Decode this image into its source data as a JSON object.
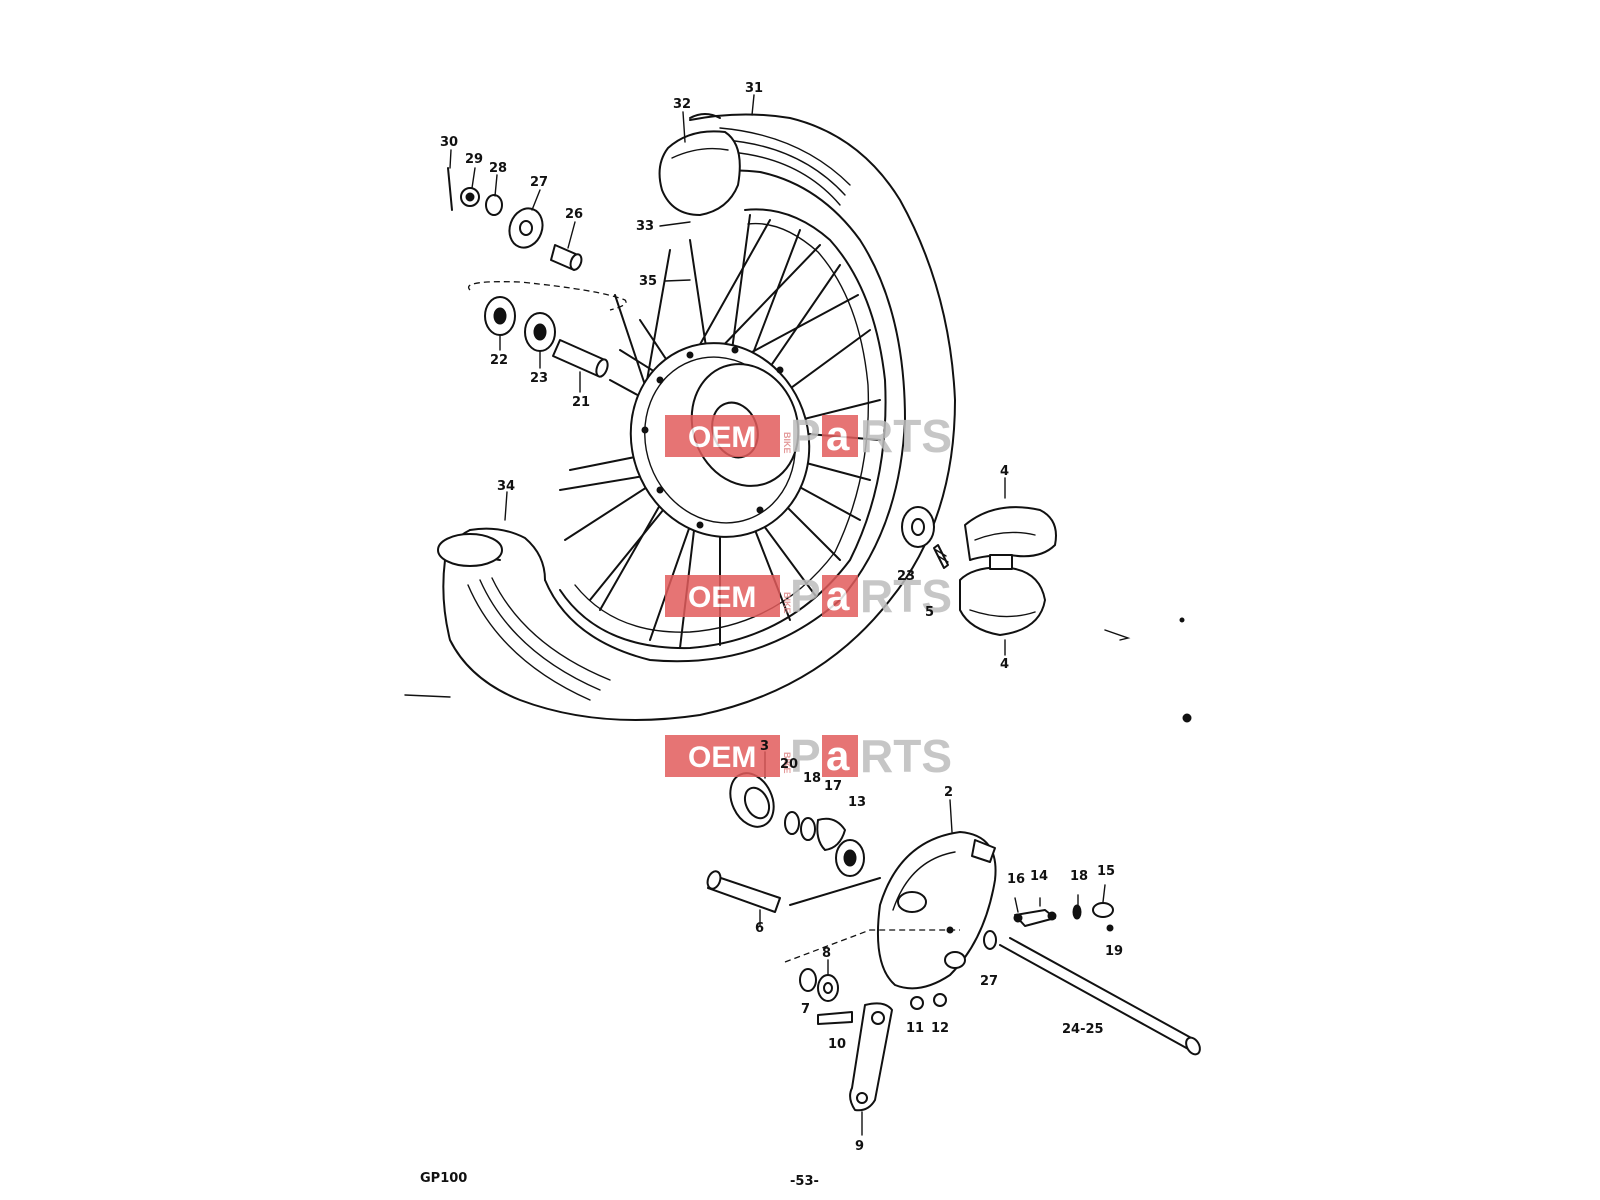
{
  "labels": {
    "l30": "30",
    "l29": "29",
    "l28": "28",
    "l27": "27",
    "l26": "26",
    "l32": "32",
    "l31": "31",
    "l33": "33",
    "l35": "35",
    "l22": "22",
    "l23a": "23",
    "l21": "21",
    "l34": "34",
    "l4a": "4",
    "l4b": "4",
    "l23b": "23",
    "l5": "5",
    "l3": "3",
    "l20": "20",
    "l18a": "18",
    "l17": "17",
    "l13": "13",
    "l2": "2",
    "l16": "16",
    "l14": "14",
    "l18b": "18",
    "l15": "15",
    "l19": "19",
    "l6": "6",
    "l8": "8",
    "l7": "7",
    "l27b": "27",
    "l10": "10",
    "l11": "11",
    "l12": "12",
    "l2425": "24-25",
    "l9": "9"
  },
  "footer": {
    "model": "GP100",
    "page": "-53-"
  },
  "watermark": {
    "oem": "OEM",
    "bike": "BIKE",
    "parts_p": "P",
    "parts_a": "a",
    "parts_rts": "RTS"
  },
  "colors": {
    "watermark_red": "#e25c5c",
    "watermark_gray": "#bdbdbd",
    "ink": "#111111"
  }
}
